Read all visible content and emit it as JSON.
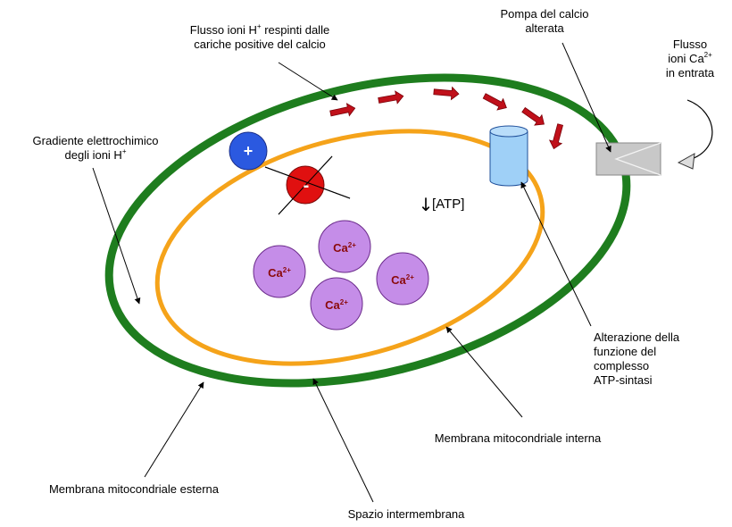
{
  "colors": {
    "outer_membrane": "#1e7d1e",
    "inner_membrane": "#f5a31a",
    "flow_arrow": "#c0101a",
    "positive_ion": "#2b59e0",
    "negative_ion": "#e01010",
    "calcium_ion": "#c58de8",
    "calcium_text": "#8a0a0a",
    "atp_synthase": "#9fd0f7",
    "calcium_pump": "#c8c8c8"
  },
  "labels": {
    "h_flow_line1": "Flusso ioni H",
    "h_flow_sup": "+",
    "h_flow_line1_rest": " respinti dalle",
    "h_flow_line2": "cariche positive del calcio",
    "pump_line1": "Pompa del calcio",
    "pump_line2": "alterata",
    "ca_in_line1": "Flusso",
    "ca_in_line2a": "ioni Ca",
    "ca_in_sup": "2+",
    "ca_in_line3": "in entrata",
    "gradient_line1": "Gradiente elettrochimico",
    "gradient_line2a": "degli ioni H",
    "gradient_sup": "+",
    "atp_text": "[ATP]",
    "atp_arrow": "↓",
    "alteration_line1": "Alterazione della",
    "alteration_line2": "funzione del",
    "alteration_line3": "complesso",
    "alteration_line4": "ATP-sintasi",
    "inner_membrane": "Membrana mitocondriale interna",
    "outer_membrane": "Membrana mitocondriale esterna",
    "intermembrane": "Spazio intermembrana"
  },
  "ions": {
    "positive_symbol": "+",
    "negative_symbol": "-",
    "calcium_base": "Ca",
    "calcium_sup": "2+"
  }
}
